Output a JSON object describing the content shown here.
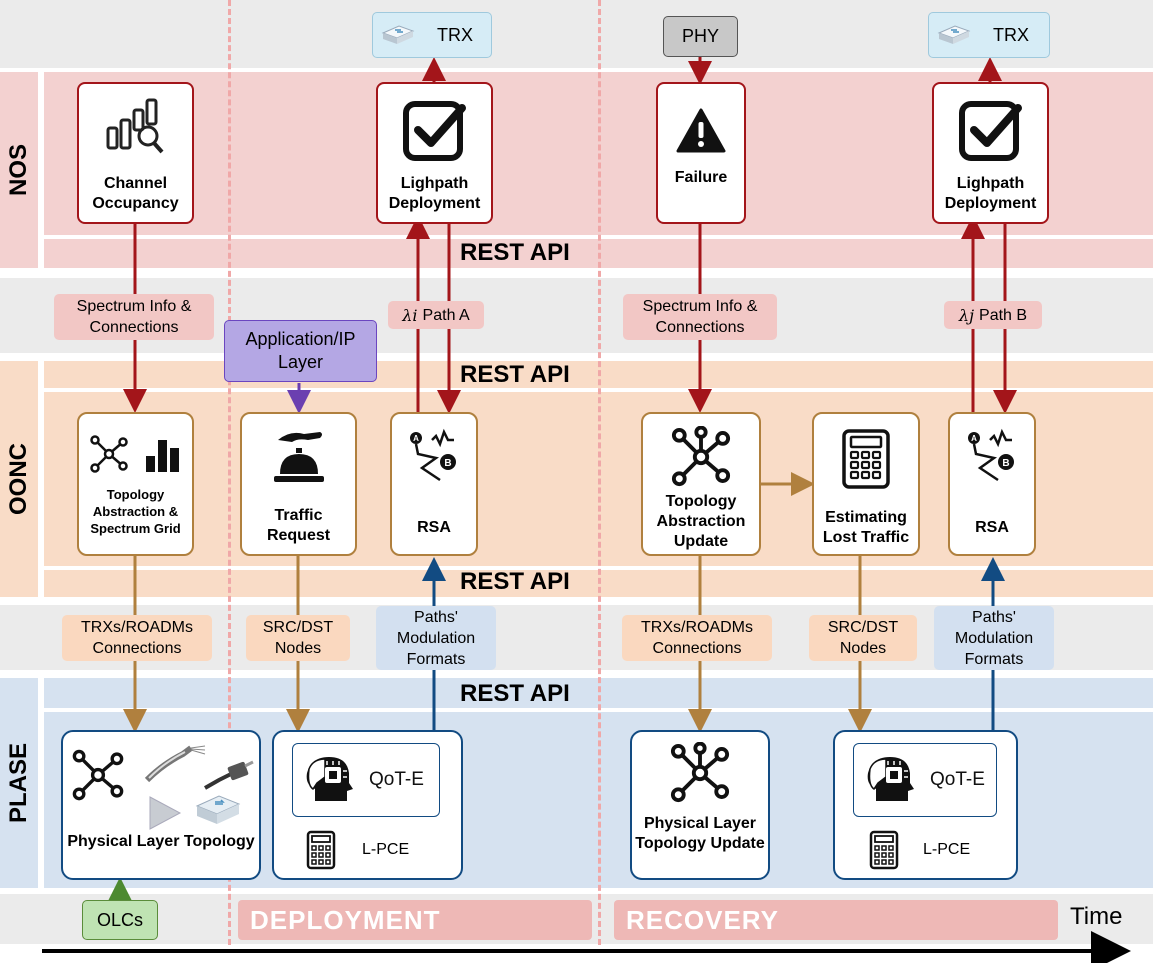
{
  "layers": {
    "nos": "NOS",
    "oonc": "OONC",
    "plase": "PLASE"
  },
  "rest_api": "REST API",
  "nos": {
    "channel_occupancy": "Channel Occupancy",
    "lightpath_1": "Lighpath Deployment",
    "failure": "Failure",
    "lightpath_2": "Lighpath Deployment"
  },
  "oonc": {
    "topology": "Topology Abstraction & Spectrum Grid",
    "traffic_request": "Traffic Request",
    "rsa_1": "RSA",
    "topology_update": "Topology Abstraction Update",
    "estimating": "Estimating Lost Traffic",
    "rsa_2": "RSA"
  },
  "plase": {
    "physical_topology": "Physical Layer Topology",
    "qot_1": "QoT-E",
    "lpce_1": "L-PCE",
    "physical_update": "Physical Layer Topology Update",
    "qot_2": "QoT-E",
    "lpce_2": "L-PCE"
  },
  "tags": {
    "spectrum_1": "Spectrum Info & Connections",
    "path_a_sym": "λi",
    "path_a": "Path A",
    "app_layer": "Application/IP Layer",
    "spectrum_2": "Spectrum Info & Connections",
    "path_b_sym": "λj",
    "path_b": "Path B",
    "trx_roadm_1": "TRXs/ROADMs Connections",
    "src_dst_1": "SRC/DST Nodes",
    "paths_mod_1": "Paths' Modulation Formats",
    "trx_roadm_2": "TRXs/ROADMs Connections",
    "src_dst_2": "SRC/DST Nodes",
    "paths_mod_2": "Paths' Modulation Formats",
    "trx_1": "TRX",
    "phy": "PHY",
    "trx_2": "TRX",
    "olcs": "OLCs"
  },
  "phases": {
    "deployment": "DEPLOYMENT",
    "recovery": "RECOVERY"
  },
  "time": "Time",
  "colors": {
    "nos_bg": "#f3d1d0",
    "oonc_bg": "#f9dcc7",
    "plase_bg": "#d6e2f0",
    "red_arrow": "#a3151a",
    "brown_arrow": "#b0803e",
    "blue_arrow": "#124b82",
    "purple_arrow": "#6b3fb0",
    "green_arrow": "#4d8a30"
  }
}
